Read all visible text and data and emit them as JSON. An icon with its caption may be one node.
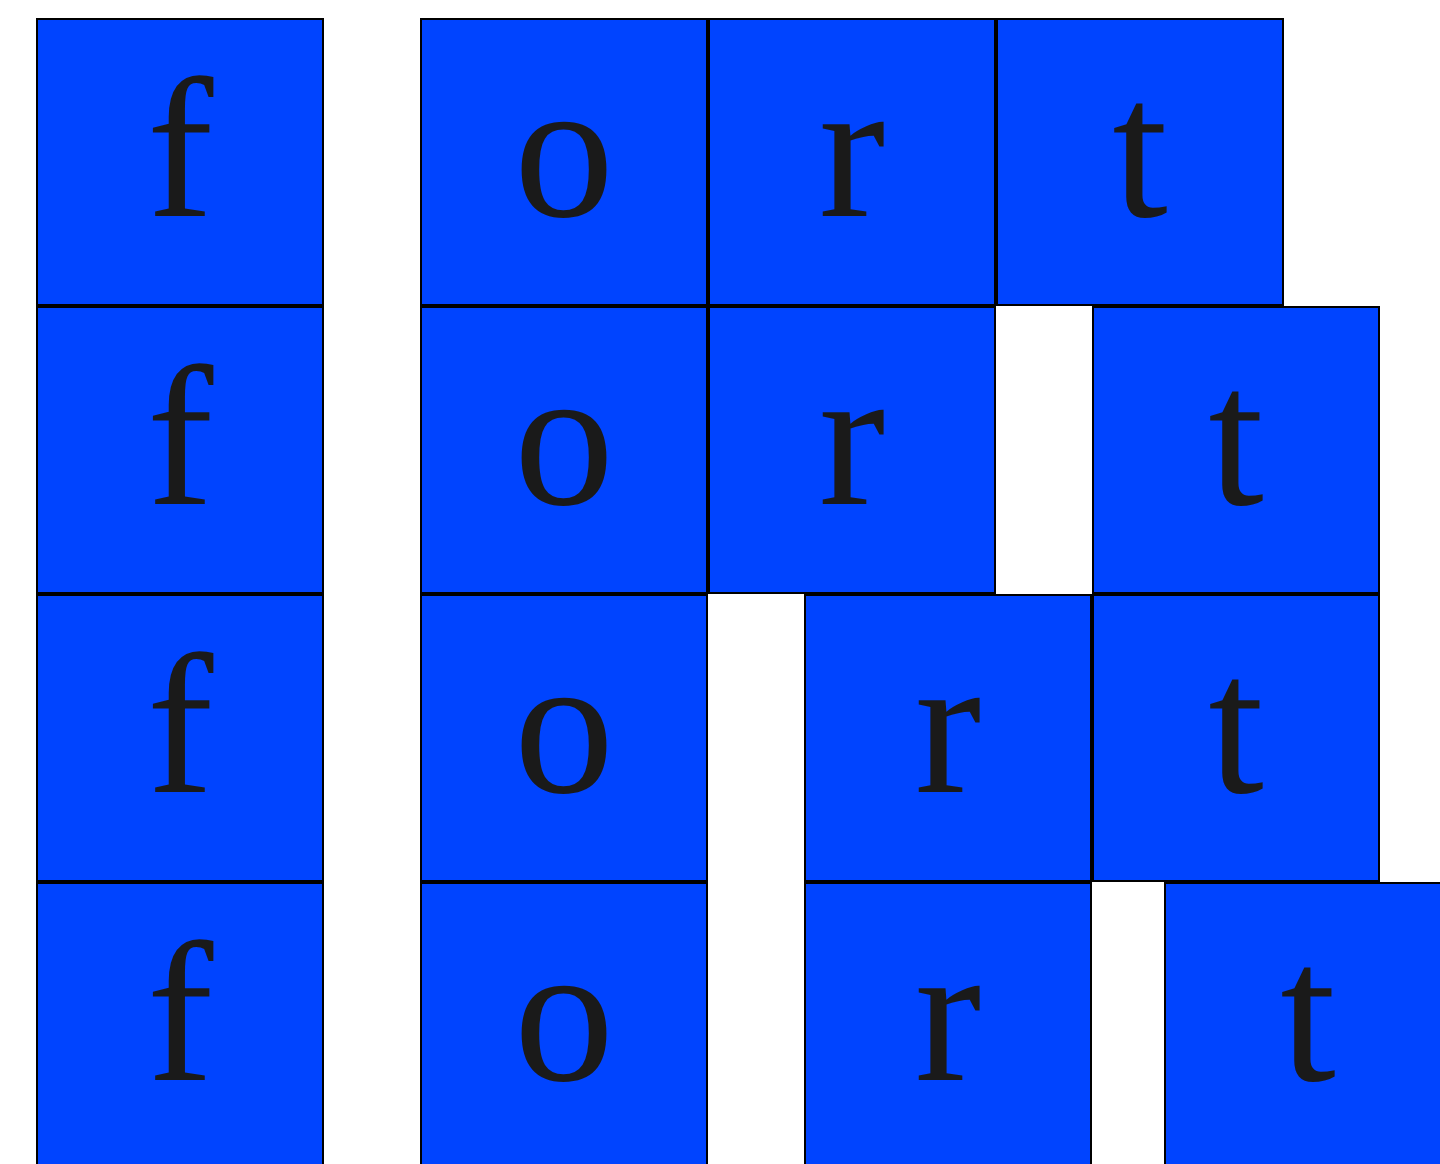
{
  "diagram": {
    "nodes": [
      {
        "text": [
          "f"
        ]
      },
      {
        "text": [
          "o"
        ]
      },
      {
        "text": [
          "r"
        ]
      },
      {
        "text": [
          "t"
        ]
      },
      {
        "text": [
          "f"
        ]
      },
      {
        "text": [
          "o"
        ]
      },
      {
        "text": [
          "r"
        ]
      },
      {
        "text": [
          "t"
        ]
      },
      {
        "text": [
          "f"
        ]
      },
      {
        "text": [
          "o"
        ]
      },
      {
        "text": [
          "r"
        ]
      },
      {
        "text": [
          "t"
        ]
      },
      {
        "text": [
          "f"
        ]
      },
      {
        "text": [
          "o"
        ]
      },
      {
        "text": [
          "r"
        ]
      },
      {
        "text": [
          "t"
        ]
      }
    ]
  }
}
